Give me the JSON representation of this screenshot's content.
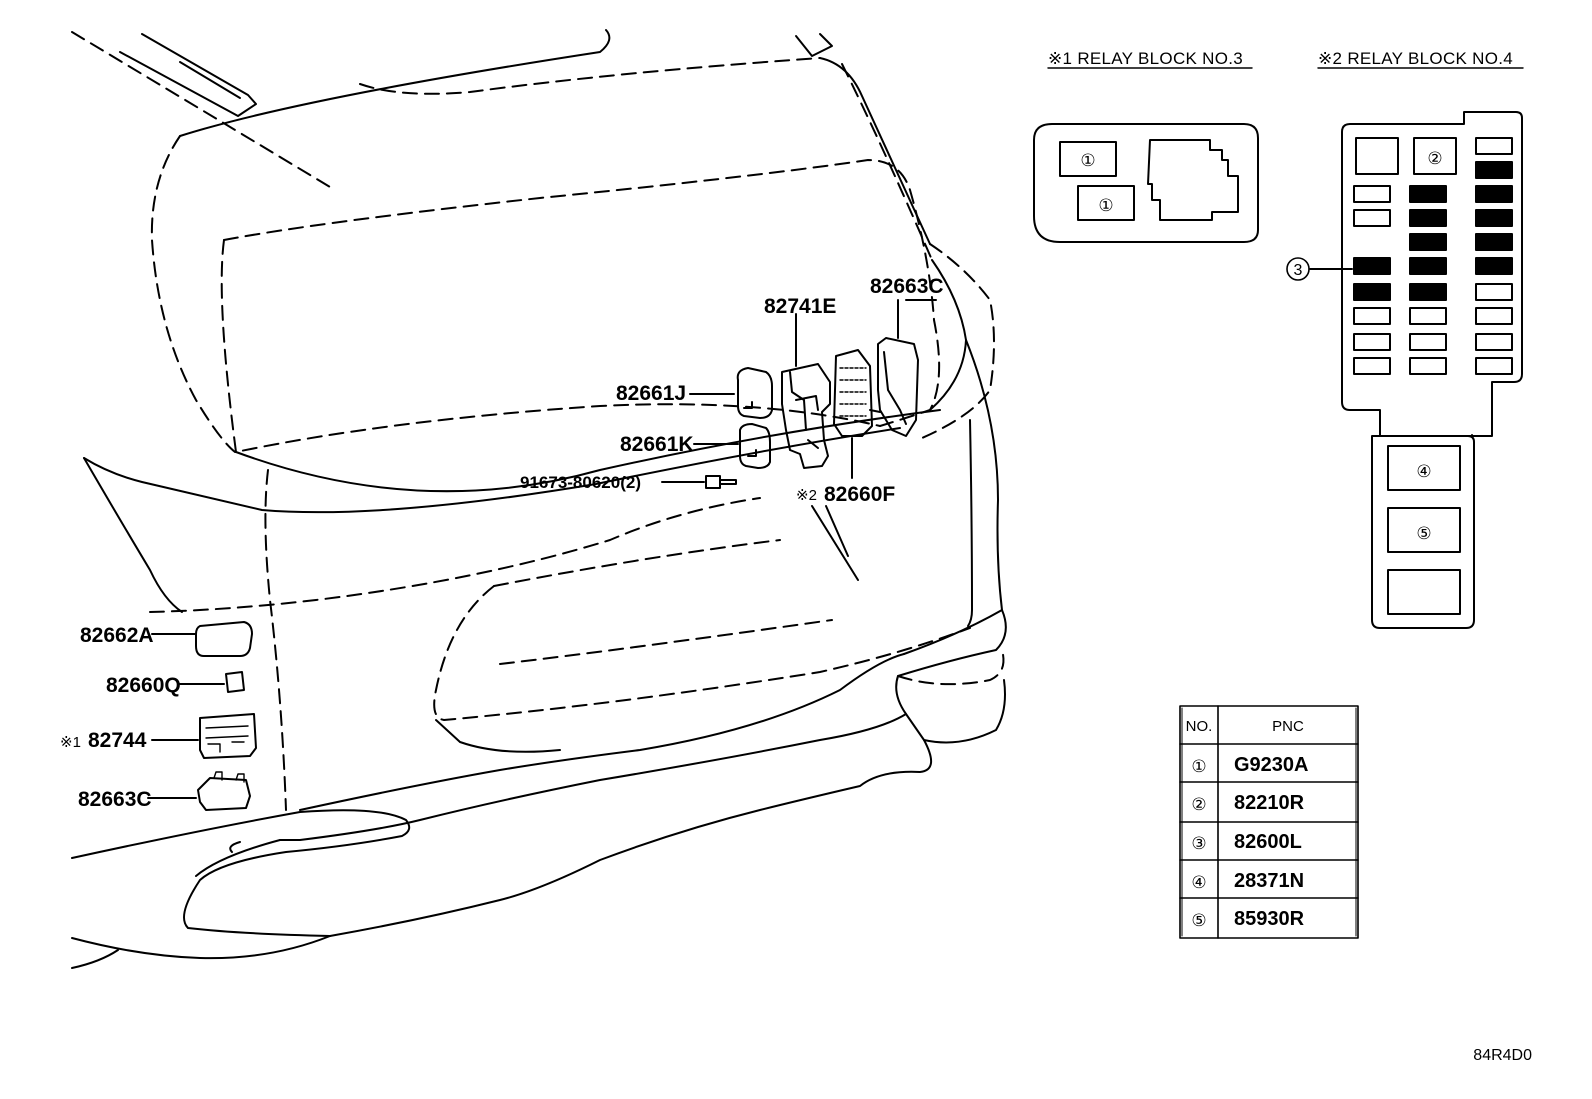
{
  "relay_block_3": {
    "title": "※1 RELAY BLOCK NO.3",
    "items": [
      "①",
      "①"
    ]
  },
  "relay_block_4": {
    "title": "※2 RELAY BLOCK NO.4",
    "items": [
      "②",
      "③",
      "④",
      "⑤"
    ]
  },
  "parts": {
    "p82663C_top": "82663C",
    "p82741E": "82741E",
    "p82661J": "82661J",
    "p82661K": "82661K",
    "p91673": "91673-80620(2)",
    "p82660F_mark": "※2",
    "p82660F": "82660F",
    "p82662A": "82662A",
    "p82660Q": "82660Q",
    "p82744_mark": "※1",
    "p82744": "82744",
    "p82663C_bottom": "82663C"
  },
  "pnc_table": {
    "headers": [
      "NO.",
      "PNC"
    ],
    "rows": [
      {
        "no": "①",
        "pnc": "G9230A"
      },
      {
        "no": "②",
        "pnc": "82210R"
      },
      {
        "no": "③",
        "pnc": "82600L"
      },
      {
        "no": "④",
        "pnc": "28371N"
      },
      {
        "no": "⑤",
        "pnc": "85930R"
      }
    ]
  },
  "diagram_code": "84R4D0"
}
